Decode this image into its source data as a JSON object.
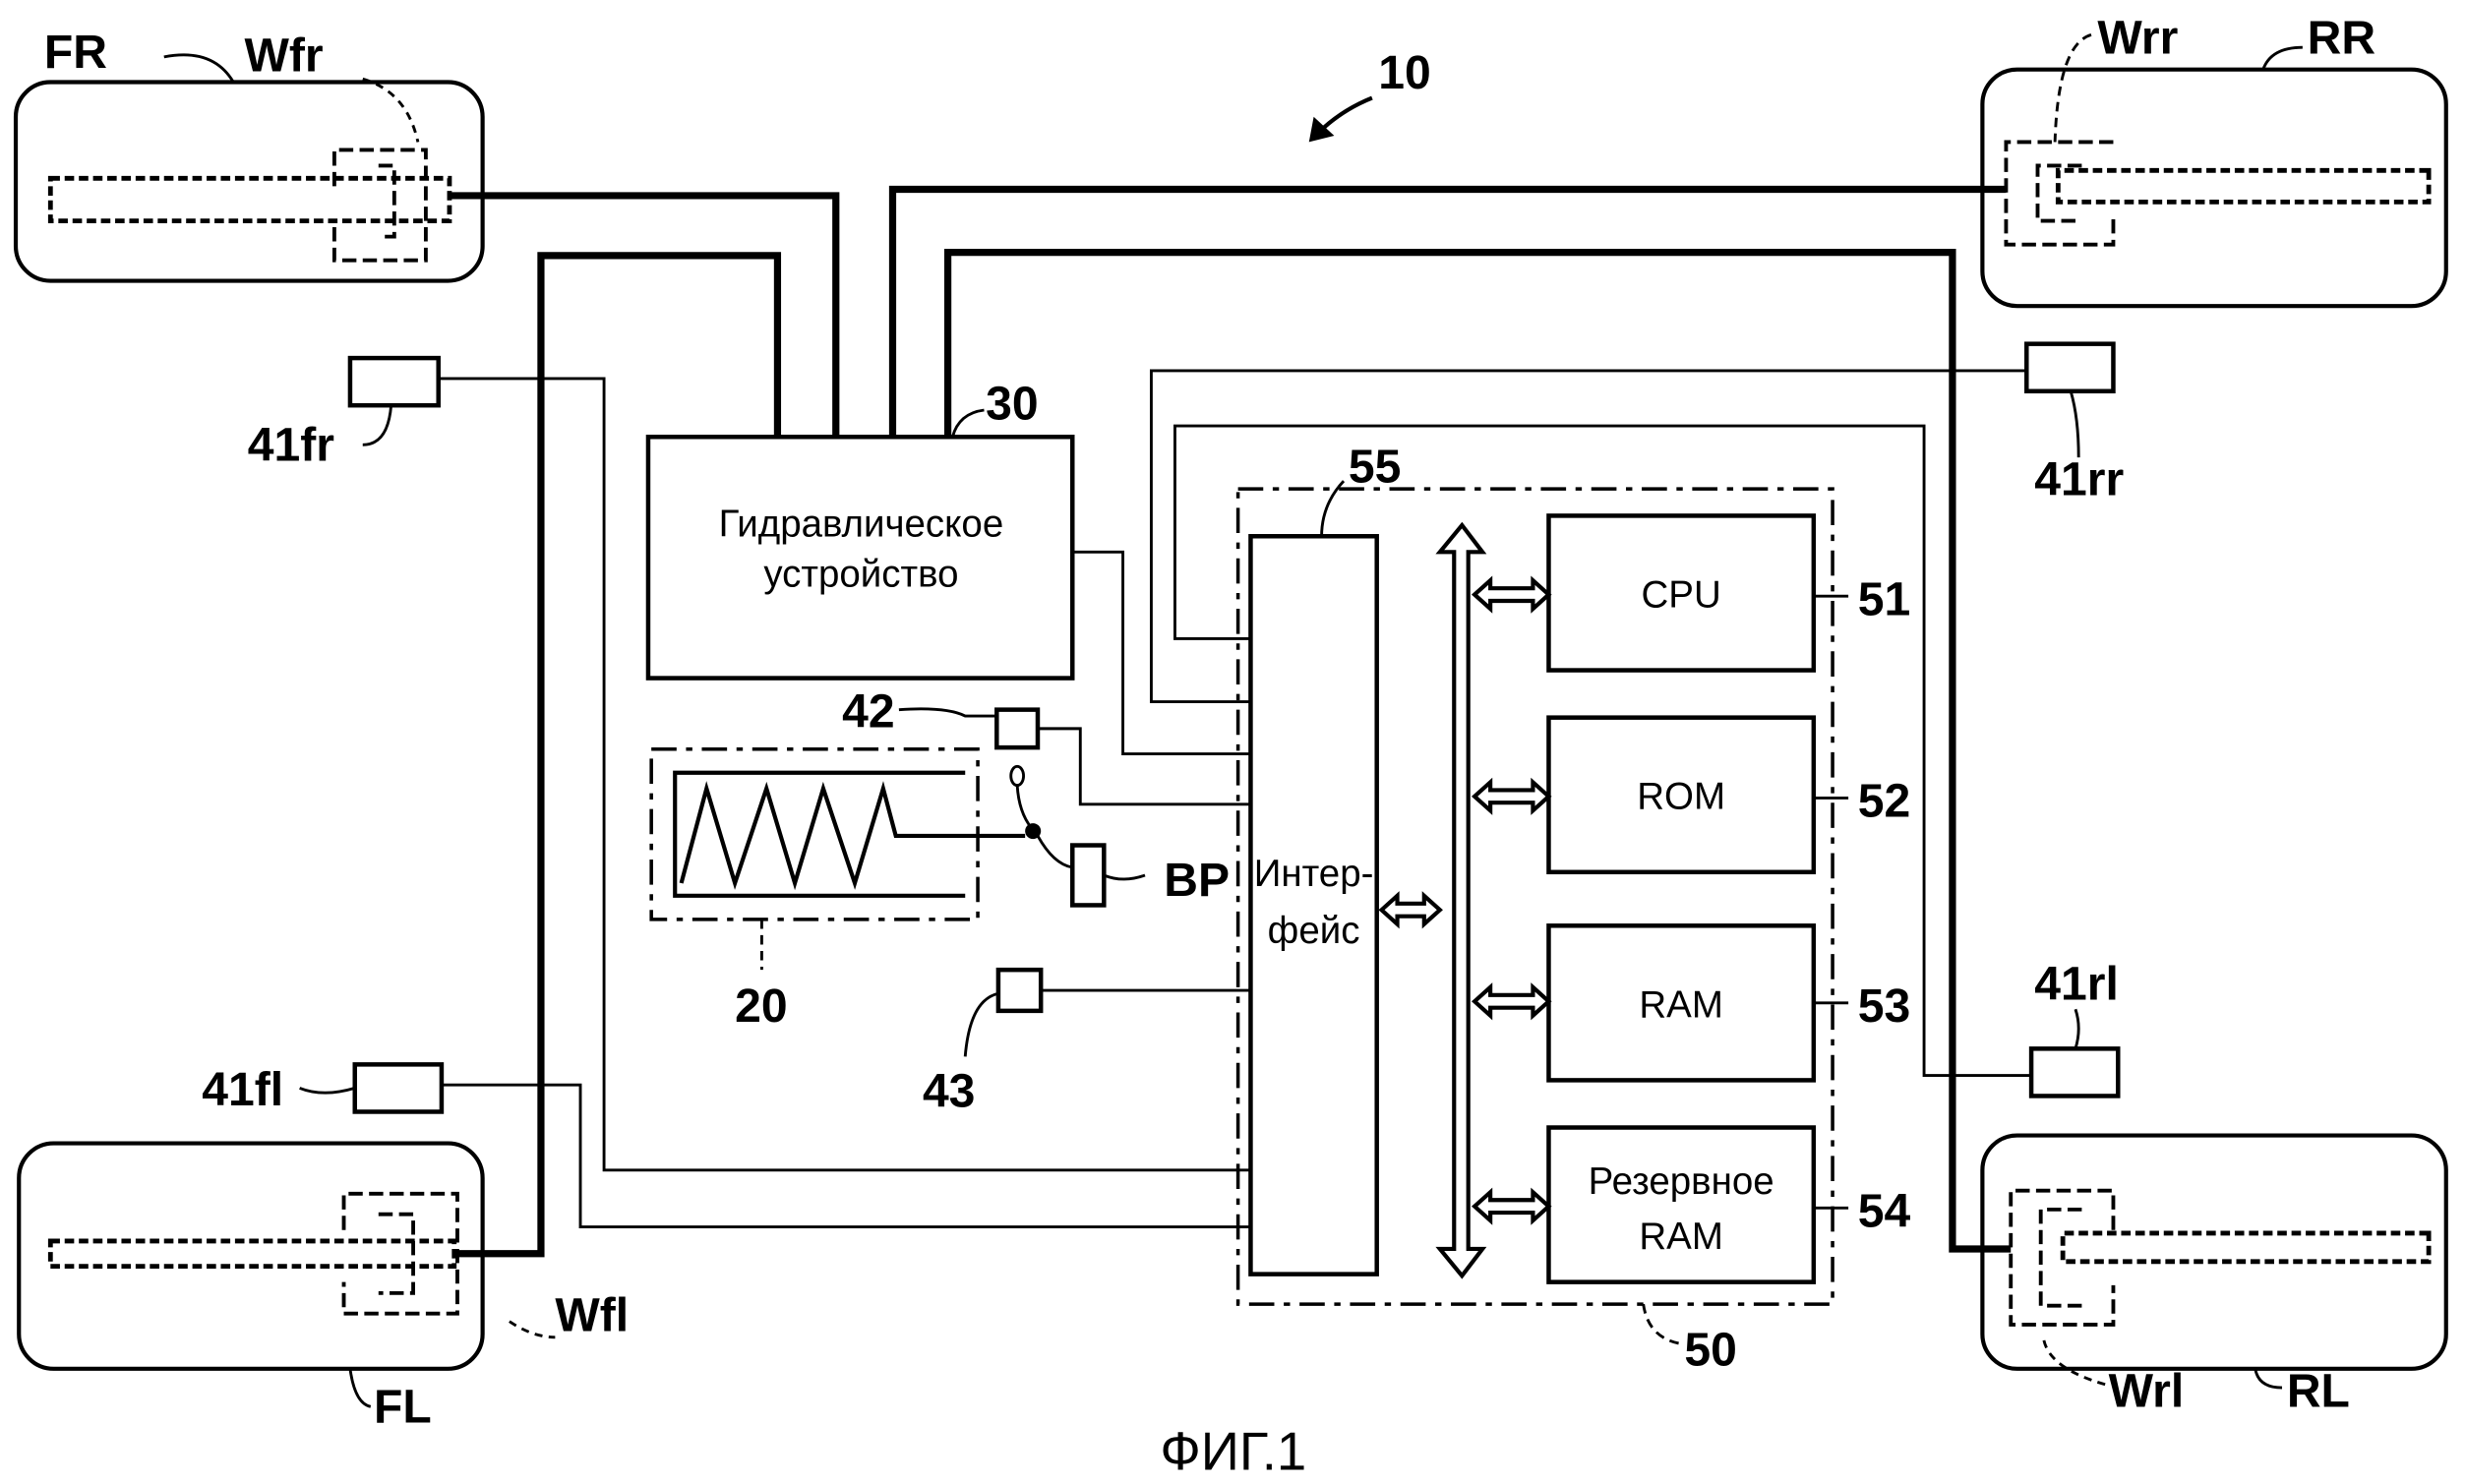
{
  "figure": {
    "caption": "ФИГ.1",
    "system_ref": "10"
  },
  "wheels": [
    {
      "id": "FR",
      "label": "FR",
      "cylinder_label": "Wfr"
    },
    {
      "id": "RR",
      "label": "RR",
      "cylinder_label": "Wrr"
    },
    {
      "id": "FL",
      "label": "FL",
      "cylinder_label": "Wfl"
    },
    {
      "id": "RL",
      "label": "RL",
      "cylinder_label": "Wrl"
    }
  ],
  "wheel_speed_sensors": [
    {
      "id": "41fr",
      "label": "41fr"
    },
    {
      "id": "41rr",
      "label": "41rr"
    },
    {
      "id": "41fl",
      "label": "41fl"
    },
    {
      "id": "41rl",
      "label": "41rl"
    }
  ],
  "hydraulic_unit": {
    "ref": "30",
    "line1": "Гидравлическое",
    "line2": "устройство"
  },
  "brake_pedal_assembly": {
    "ref": "20"
  },
  "sensors": {
    "s42": "42",
    "s43": "43",
    "brake_pedal": "BP"
  },
  "ecu": {
    "ref": "50",
    "interface": {
      "ref": "55",
      "line1": "Интер-",
      "line2": "фейс"
    },
    "blocks": [
      {
        "ref": "51",
        "line1": "CPU",
        "line2": ""
      },
      {
        "ref": "52",
        "line1": "ROM",
        "line2": ""
      },
      {
        "ref": "53",
        "line1": "RAM",
        "line2": ""
      },
      {
        "ref": "54",
        "line1": "Резервное",
        "line2": "RAM"
      }
    ]
  }
}
